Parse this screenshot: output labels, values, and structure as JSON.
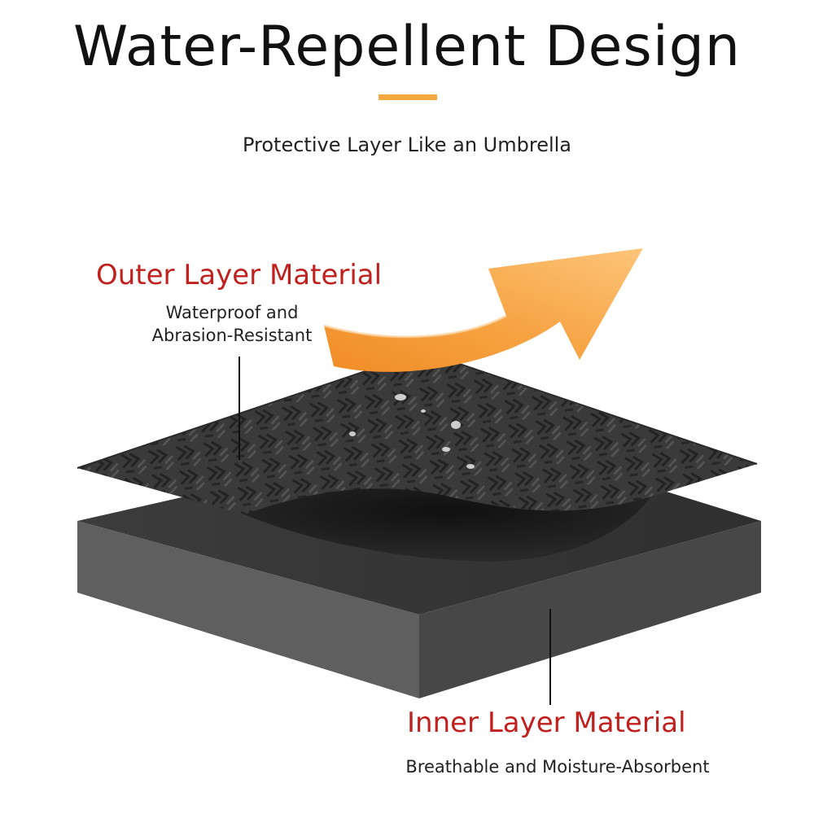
{
  "header": {
    "title": "Water-Repellent Design",
    "subtitle": "Protective Layer Like an Umbrella"
  },
  "outer_layer": {
    "title": "Outer Layer Material",
    "description_line1": "Waterproof and",
    "description_line2": "Abrasion-Resistant"
  },
  "inner_layer": {
    "title": "Inner Layer Material",
    "description": "Breathable and Moisture-Absorbent"
  },
  "colors": {
    "accent_orange": "#f5a83d",
    "label_red": "#c0201e",
    "text_dark": "#111111"
  }
}
